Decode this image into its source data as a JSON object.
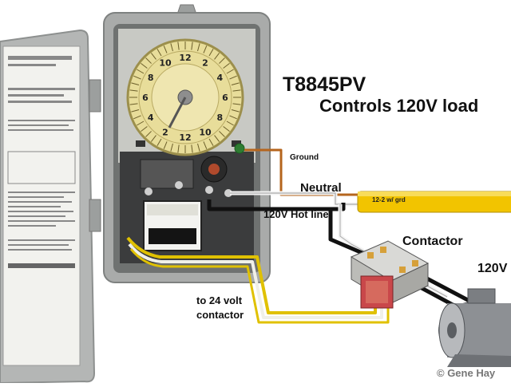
{
  "diagram": {
    "title": "T8845PV",
    "subtitle": "Controls 120V load",
    "labels": {
      "ground": "Ground",
      "neutral": "Neutral",
      "hot_line": "120V Hot line",
      "contactor": "Contactor",
      "motor_voltage": "120V",
      "to_contactor_line1": "to 24 volt",
      "to_contactor_line2": "contactor",
      "cable": "12-2 w/ grd",
      "copyright": "© Gene Hay"
    },
    "timer_dial_numbers": [
      "12",
      "2",
      "4",
      "6",
      "8",
      "10",
      "12",
      "2",
      "4",
      "6",
      "8",
      "10"
    ],
    "colors": {
      "enclosure_gray": "#a9abaa",
      "enclosure_dark": "#6f7271",
      "dial_yellow": "#e8dd9a",
      "cable_yellow": "#f2c400",
      "wire_black": "#111111",
      "wire_white": "#f4f4f4",
      "wire_ground": "#b5651d",
      "transformer_red": "#c9474a"
    }
  }
}
